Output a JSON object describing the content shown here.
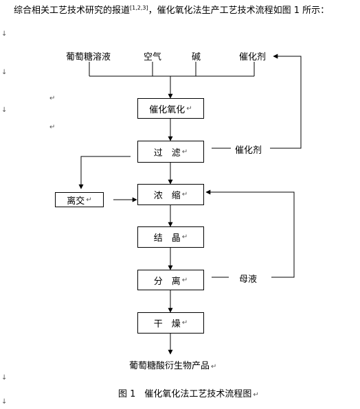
{
  "intro": {
    "text": "综合相关工艺技术研究的报道",
    "refs": "[1,2,3]",
    "text_after": "，催化氧化法生产工艺技术流程如图 1 所示："
  },
  "inputs": {
    "glucose": "葡萄糖溶液",
    "air": "空气",
    "alkali": "碱",
    "catalyst": "催化剂"
  },
  "steps": {
    "catalytic_oxidation": "催化氧化",
    "filtration": "过　滤",
    "concentration": "浓　缩",
    "crystallization": "结　晶",
    "separation": "分　离",
    "drying": "干　燥"
  },
  "side": {
    "catalyst_recycle": "催化剂",
    "ion_exchange": "离交",
    "mother_liquor": "母液"
  },
  "product": "葡萄糖酸衍生物产品",
  "caption": "图 1　催化氧化法工艺技术流程图",
  "marks": {
    "arrow": "↵",
    "down": "↓"
  }
}
